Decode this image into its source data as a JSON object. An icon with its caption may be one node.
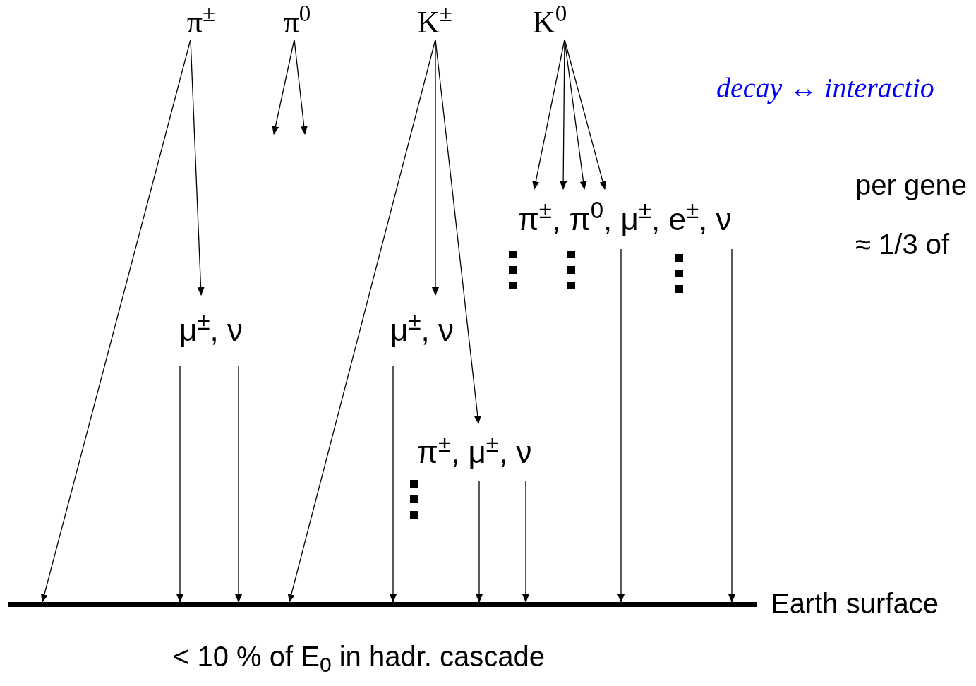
{
  "diagram": {
    "nodes": [
      {
        "text": [
          "π$^{±}$"
        ]
      },
      {
        "text": [
          "π$^{0}$"
        ]
      },
      {
        "text": [
          "K$^{±}$"
        ]
      },
      {
        "text": [
          "K$^{0}$"
        ]
      },
      {
        "text": [
          "μ$^{±}$, ν"
        ]
      },
      {
        "text": [
          "μ$^{±}$, ν"
        ]
      },
      {
        "text": [
          "π$^{±}$, μ$^{±}$, ν"
        ]
      },
      {
        "text": [
          "π$^{±}$, π$^{0}$, μ$^{±}$, e$^{±}$, ν"
        ]
      },
      {
        "text": [],
        "shape": "bar",
        "beside": [
          "Earth surface"
        ]
      }
    ],
    "edges": [
      {
        "from": 0,
        "to": 8,
        "arrow": "to"
      },
      {
        "from": 0,
        "to": 4,
        "arrow": "to"
      },
      {
        "from": 1,
        "to": null,
        "arrow": "to"
      },
      {
        "from": 1,
        "to": null,
        "arrow": "to"
      },
      {
        "from": 2,
        "to": 8,
        "arrow": "to"
      },
      {
        "from": 2,
        "to": 5,
        "arrow": "to"
      },
      {
        "from": 2,
        "to": 6,
        "arrow": "to"
      },
      {
        "from": 3,
        "to": 7,
        "arrow": "to"
      },
      {
        "from": 3,
        "to": 7,
        "arrow": "to"
      },
      {
        "from": 3,
        "to": 7,
        "arrow": "to"
      },
      {
        "from": 3,
        "to": 7,
        "arrow": "to"
      },
      {
        "from": 4,
        "to": 8,
        "arrow": "to"
      },
      {
        "from": 4,
        "to": 8,
        "arrow": "to"
      },
      {
        "from": 5,
        "to": 8,
        "arrow": "to"
      },
      {
        "from": 6,
        "to": 8,
        "arrow": "to"
      },
      {
        "from": 6,
        "to": 8,
        "arrow": "to"
      },
      {
        "from": 7,
        "to": 8,
        "arrow": "to"
      },
      {
        "from": 7,
        "to": 8,
        "arrow": "to"
      }
    ],
    "labels": [
      "decay ↔ interactio",
      "per gene",
      "≈ 1/3 of",
      "< 10 % of E$_{0}$ in hadr. cascade"
    ]
  }
}
